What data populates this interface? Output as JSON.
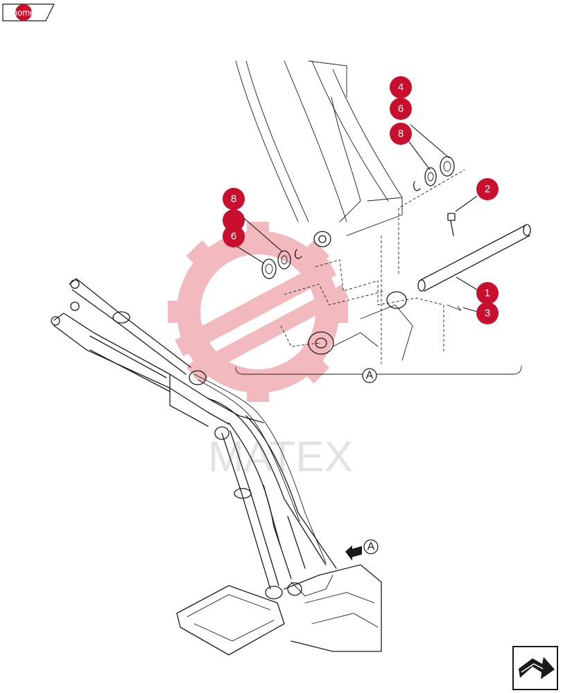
{
  "nav": {
    "home_label": "home"
  },
  "watermark": {
    "text": "MATEX",
    "gear_color": "#f2b9be"
  },
  "callouts": [
    {
      "label": "1"
    },
    {
      "label": "2"
    },
    {
      "label": "3"
    },
    {
      "label": "4"
    },
    {
      "label": "6"
    },
    {
      "label": "8"
    },
    {
      "label": "8"
    },
    {
      "label": ""
    },
    {
      "label": "6"
    }
  ],
  "view_refs": {
    "detail_label": "A",
    "arrow_label": "A"
  },
  "colors": {
    "callout": "#c8102e",
    "line": "#1a1a1a"
  },
  "icons": {
    "next_page": "return-arrow-icon"
  }
}
